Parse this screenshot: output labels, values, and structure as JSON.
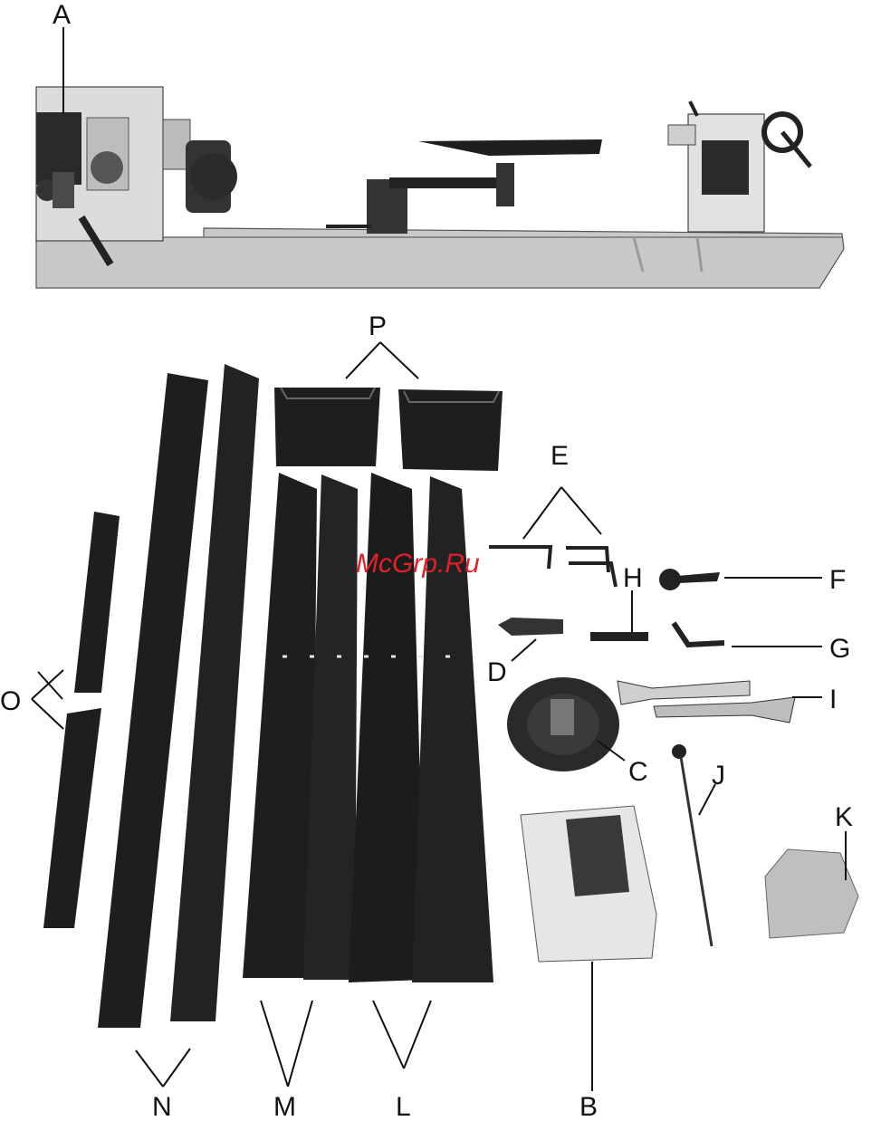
{
  "watermark": "McGrp.Ru",
  "labels": {
    "A": "A",
    "B": "B",
    "C": "C",
    "D": "D",
    "E": "E",
    "F": "F",
    "G": "G",
    "H": "H",
    "I": "I",
    "J": "J",
    "K": "K",
    "L": "L",
    "M": "M",
    "N": "N",
    "O": "O",
    "P": "P"
  },
  "colors": {
    "casting": "#c9c9c9",
    "casting_dark": "#9a9a9a",
    "sheet_metal": "#1e1e1e",
    "sheet_metal_edge": "#3c3c3c",
    "foam": "#e6e6e6",
    "watermark": "#e0202a"
  }
}
